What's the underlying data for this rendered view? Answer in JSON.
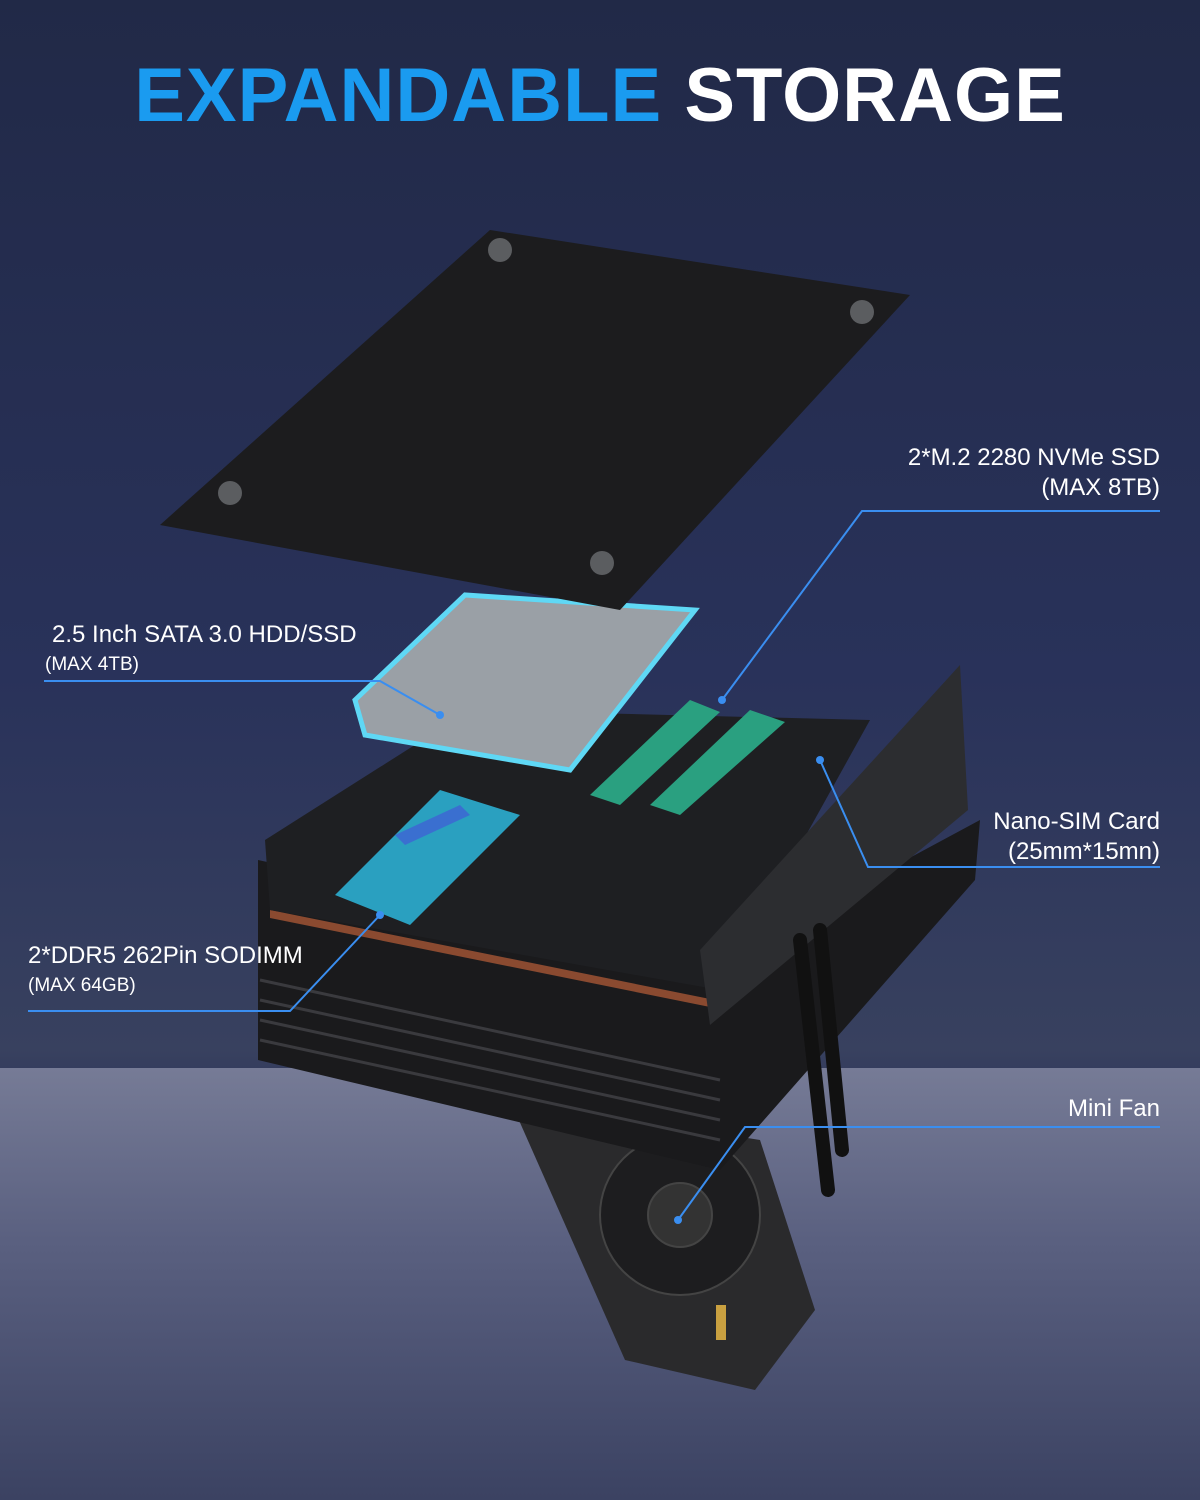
{
  "title": {
    "highlight": "EXPANDABLE",
    "rest": "STORAGE"
  },
  "callouts": {
    "nvme": {
      "title": "2*M.2 2280 NVMe SSD",
      "sub": "(MAX 8TB)"
    },
    "sata": {
      "title": "2.5 Inch SATA 3.0 HDD/SSD",
      "sub": "(MAX 4TB)"
    },
    "sim": {
      "title": "Nano-SIM Card",
      "sub": "(25mm*15mn)"
    },
    "ram": {
      "title": "2*DDR5 262Pin SODIMM",
      "sub": "(MAX 64GB)"
    },
    "fan": {
      "title": "Mini Fan"
    }
  },
  "colors": {
    "accent": "#1a9bf0",
    "line": "#3a8ef0",
    "background": "#232b4a"
  }
}
